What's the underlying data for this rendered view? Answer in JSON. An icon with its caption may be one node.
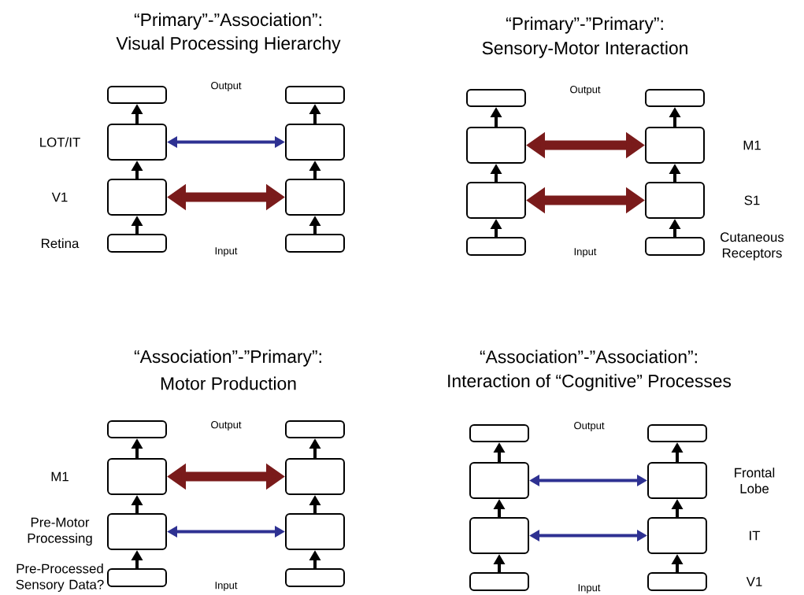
{
  "diagram": {
    "nodes": [
      {
        "text": [],
        "shape": "box"
      },
      {
        "text": [],
        "shape": "box",
        "beside": [
          "LOT/IT"
        ]
      },
      {
        "text": [],
        "shape": "box",
        "beside": [
          "V1"
        ]
      },
      {
        "text": [],
        "shape": "box",
        "beside": [
          "Retina"
        ]
      },
      {
        "text": [],
        "shape": "box"
      },
      {
        "text": [],
        "shape": "box"
      },
      {
        "text": [],
        "shape": "box"
      },
      {
        "text": [],
        "shape": "box"
      },
      {
        "text": [],
        "shape": "box"
      },
      {
        "text": [],
        "shape": "box"
      },
      {
        "text": [],
        "shape": "box"
      },
      {
        "text": [],
        "shape": "box"
      },
      {
        "text": [],
        "shape": "box"
      },
      {
        "text": [],
        "shape": "box",
        "beside": [
          "M1"
        ]
      },
      {
        "text": [],
        "shape": "box",
        "beside": [
          "S1"
        ]
      },
      {
        "text": [],
        "shape": "box",
        "beside": [
          "Cutaneous Receptors"
        ]
      },
      {
        "text": [],
        "shape": "box"
      },
      {
        "text": [],
        "shape": "box",
        "beside": [
          "M1"
        ]
      },
      {
        "text": [],
        "shape": "box",
        "beside": [
          "Pre-Motor Processing"
        ]
      },
      {
        "text": [],
        "shape": "box",
        "beside": [
          "Pre-Processed Sensory Data?"
        ]
      },
      {
        "text": [],
        "shape": "box"
      },
      {
        "text": [],
        "shape": "box"
      },
      {
        "text": [],
        "shape": "box"
      },
      {
        "text": [],
        "shape": "box"
      },
      {
        "text": [],
        "shape": "box"
      },
      {
        "text": [],
        "shape": "box"
      },
      {
        "text": [],
        "shape": "box"
      },
      {
        "text": [],
        "shape": "box"
      },
      {
        "text": [],
        "shape": "box"
      },
      {
        "text": [],
        "shape": "box",
        "beside": [
          "Frontal Lobe"
        ]
      },
      {
        "text": [],
        "shape": "box",
        "beside": [
          "IT"
        ]
      },
      {
        "text": [],
        "shape": "box",
        "beside": [
          "V1"
        ]
      }
    ],
    "edges": [
      {
        "from": 3,
        "to": 2,
        "arrow": "to"
      },
      {
        "from": 2,
        "to": 1,
        "arrow": "to"
      },
      {
        "from": 1,
        "to": 0,
        "arrow": "to"
      },
      {
        "from": 7,
        "to": 6,
        "arrow": "to"
      },
      {
        "from": 6,
        "to": 5,
        "arrow": "to"
      },
      {
        "from": 5,
        "to": 4,
        "arrow": "to"
      },
      {
        "from": 1,
        "to": 5,
        "arrow": "both",
        "color": "#2e3192"
      },
      {
        "from": 2,
        "to": 6,
        "arrow": "both",
        "style": "thick",
        "color": "#7a1b1b"
      },
      {
        "from": 11,
        "to": 10,
        "arrow": "to"
      },
      {
        "from": 10,
        "to": 9,
        "arrow": "to"
      },
      {
        "from": 9,
        "to": 8,
        "arrow": "to"
      },
      {
        "from": 15,
        "to": 14,
        "arrow": "to"
      },
      {
        "from": 14,
        "to": 13,
        "arrow": "to"
      },
      {
        "from": 13,
        "to": 12,
        "arrow": "to"
      },
      {
        "from": 9,
        "to": 13,
        "arrow": "both",
        "style": "thick",
        "color": "#7a1b1b"
      },
      {
        "from": 10,
        "to": 14,
        "arrow": "both",
        "style": "thick",
        "color": "#7a1b1b"
      },
      {
        "from": 19,
        "to": 18,
        "arrow": "to"
      },
      {
        "from": 18,
        "to": 17,
        "arrow": "to"
      },
      {
        "from": 17,
        "to": 16,
        "arrow": "to"
      },
      {
        "from": 23,
        "to": 22,
        "arrow": "to"
      },
      {
        "from": 22,
        "to": 21,
        "arrow": "to"
      },
      {
        "from": 21,
        "to": 20,
        "arrow": "to"
      },
      {
        "from": 17,
        "to": 21,
        "arrow": "both",
        "style": "thick",
        "color": "#7a1b1b"
      },
      {
        "from": 18,
        "to": 22,
        "arrow": "both",
        "color": "#2e3192"
      },
      {
        "from": 27,
        "to": 26,
        "arrow": "to"
      },
      {
        "from": 26,
        "to": 25,
        "arrow": "to"
      },
      {
        "from": 25,
        "to": 24,
        "arrow": "to"
      },
      {
        "from": 31,
        "to": 30,
        "arrow": "to"
      },
      {
        "from": 30,
        "to": 29,
        "arrow": "to"
      },
      {
        "from": 29,
        "to": 28,
        "arrow": "to"
      },
      {
        "from": 25,
        "to": 29,
        "arrow": "both",
        "color": "#2e3192"
      },
      {
        "from": 26,
        "to": 30,
        "arrow": "both",
        "color": "#2e3192"
      }
    ],
    "labels": [
      "“Primary”-”Association”:",
      "Visual Processing Hierarchy",
      "Output",
      "Input",
      "“Primary”-”Primary”:",
      "Sensory-Motor Interaction",
      "Output",
      "Input",
      "“Association”-”Primary”:",
      "Motor Production",
      "Output",
      "Input",
      "“Association”-”Association”:",
      "Interaction of “Cognitive” Processes",
      "Output",
      "Input"
    ]
  }
}
